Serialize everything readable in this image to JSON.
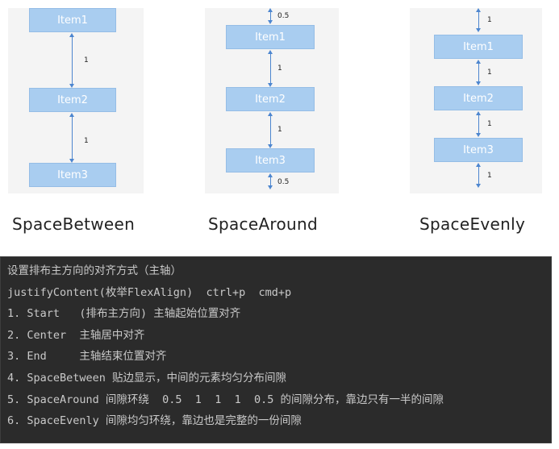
{
  "diagrams": [
    {
      "caption": "SpaceBetween",
      "items": [
        "Item1",
        "Item2",
        "Item3"
      ],
      "gaps": [
        "1",
        "1"
      ]
    },
    {
      "caption": "SpaceAround",
      "items": [
        "Item1",
        "Item2",
        "Item3"
      ],
      "gaps": [
        "0.5",
        "1",
        "1",
        "0.5"
      ]
    },
    {
      "caption": "SpaceEvenly",
      "items": [
        "Item1",
        "Item2",
        "Item3"
      ],
      "gaps": [
        "1",
        "1",
        "1",
        "1"
      ]
    }
  ],
  "code_lines": [
    "设置排布主方向的对齐方式（主轴）",
    "justifyContent(枚举FlexAlign)  ctrl+p  cmd+p",
    "1. Start   (排布主方向) 主轴起始位置对齐",
    "2. Center  主轴居中对齐",
    "3. End     主轴结束位置对齐",
    "4. SpaceBetween 贴边显示，中间的元素均匀分布间隙",
    "5. SpaceAround 间隙环绕  0.5  1  1  1  0.5 的间隙分布，靠边只有一半的间隙",
    "6. SpaceEvenly 间隙均匀环绕，靠边也是完整的一份间隙"
  ],
  "colors": {
    "item_fill": "#a9cdf0",
    "arrow": "#4d86cf",
    "code_bg": "#2b2b2b",
    "code_text": "#c9c9c9"
  }
}
